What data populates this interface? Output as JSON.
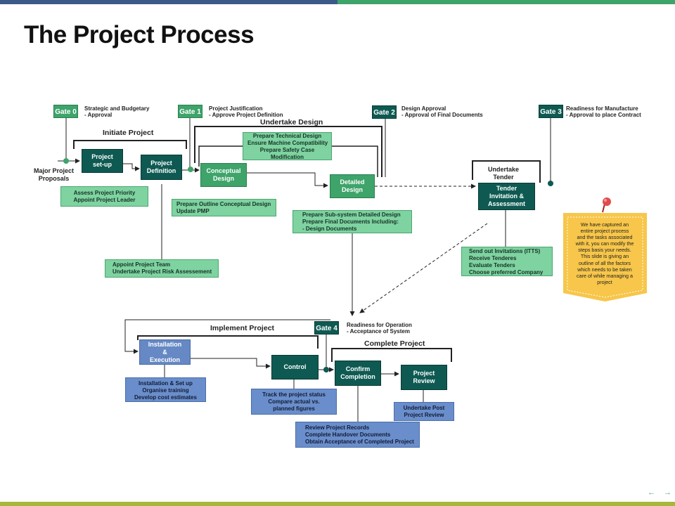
{
  "title": "The Project Process",
  "colors": {
    "top_bar_left": "#3b5a8a",
    "top_bar_right": "#3ea46a",
    "bottom_bar": "#a5b83a",
    "dark_teal": "#0e5a52",
    "green": "#3ea46a",
    "light_green": "#7ed3a1",
    "blue": "#6688c4",
    "callout_yellow": "#f7c64a",
    "pin_red": "#e24b4b"
  },
  "gates": {
    "g0": {
      "label": "Gate 0",
      "note": "Strategic and Budgetary\n- Approval"
    },
    "g1": {
      "label": "Gate 1",
      "note": "Project Justification\n- Approve Project Definition"
    },
    "g2": {
      "label": "Gate 2",
      "note": "Design Approval\n- Approval of Final Documents"
    },
    "g3": {
      "label": "Gate 3",
      "note": "Readiness for Manufacture\n- Approval to place Contract"
    },
    "g4": {
      "label": "Gate 4",
      "note": "Readiness for Operation\n- Acceptance of System"
    }
  },
  "phases": {
    "initiate": "Initiate Project",
    "undertake_design": "Undertake Design",
    "undertake_tender": "Undertake\nTender",
    "implement": "Implement Project",
    "complete": "Complete Project"
  },
  "start_label": "Major Project\nProposals",
  "steps": {
    "setup": "Project\nset-up",
    "definition": "Project\nDefinition",
    "conceptual": "Conceptual\nDesign",
    "detailed": "Detailed\nDesign",
    "tender": "Tender\nInvitation &\nAssessment",
    "installation": "Installation\n&\nExecution",
    "control": "Control",
    "confirm": "Confirm\nCompletion",
    "review": "Project\nReview"
  },
  "notes": {
    "assess": "Assess Project Priority\nAppoint Project Leader",
    "technical": "Prepare Technical Design\nEnsure Machine Compatibility\nPrepare Safety Case\nModification",
    "outline": "Prepare Outline Conceptual Design\nUpdate PMP",
    "subsystem": "Prepare Sub-system Detailed Design\nPrepare Final Documents Including:\n- Design Documents",
    "team": "Appoint Project Team\nUndertake Project Risk Assessement",
    "invitations": "Send out Invitations (ITTS)\nReceive Tenderes\nEvaluate Tenders\nChoose preferred Company",
    "installation": "Installation & Set up\nOrganise training\nDevelop cost estimates",
    "track": "Track the project status\nCompare actual vs.\nplanned figures",
    "records": "Review Project Records\nComplete Handover Documents\nObtain Acceptance of Completed Project",
    "post": "Undertake Post\nProject Review"
  },
  "callout": {
    "text": "We have captured an\nentire project process\nand the tasks associated\nwith it, you can modify the\nsteps basis your needs.\nThis slide is giving an\noutline of all the factors\nwhich needs to be taken\ncare of while managing a\nproject"
  },
  "nav": {
    "prev_icon": "arrow-left-icon",
    "next_icon": "arrow-right-icon",
    "prev": "←",
    "next": "→"
  }
}
